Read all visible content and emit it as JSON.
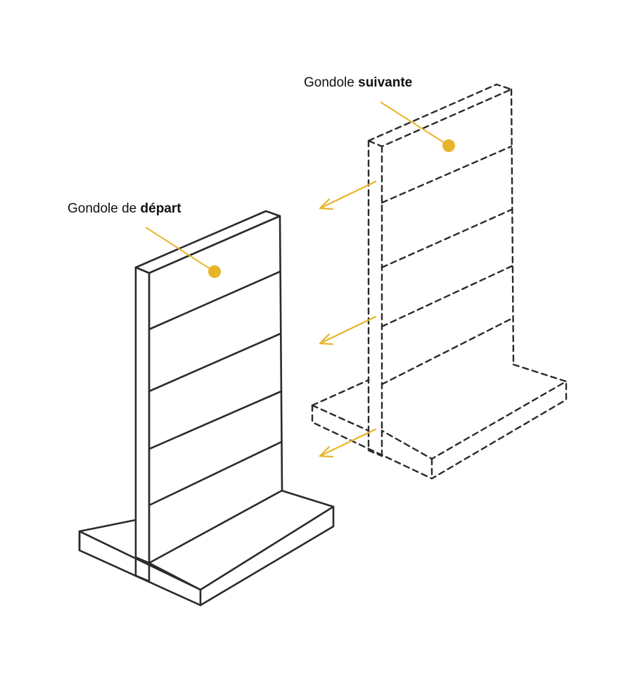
{
  "labels": {
    "start": {
      "prefix": "Gondole de",
      "bold": "départ"
    },
    "next": {
      "prefix": "Gondole",
      "bold": "suivante"
    }
  },
  "colors": {
    "ink": "#2b2b2b",
    "accent": "#e8b52a",
    "background": "#ffffff"
  }
}
